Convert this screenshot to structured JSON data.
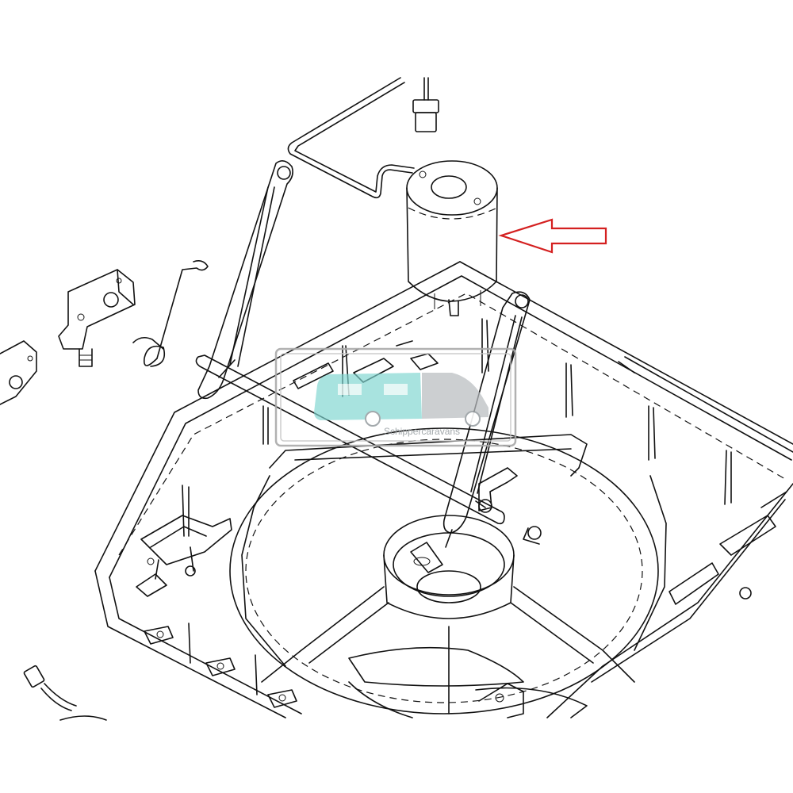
{
  "watermark": {
    "text": "Schippercaravans"
  },
  "colors": {
    "line": "#111111",
    "arrow": "#d42020",
    "watermark_van": "#7fd6d0",
    "watermark_frame": "#a9a9a9",
    "background": "#ffffff"
  },
  "callout": {
    "shape": "outline-arrow-pointing-left",
    "target": "motor"
  }
}
